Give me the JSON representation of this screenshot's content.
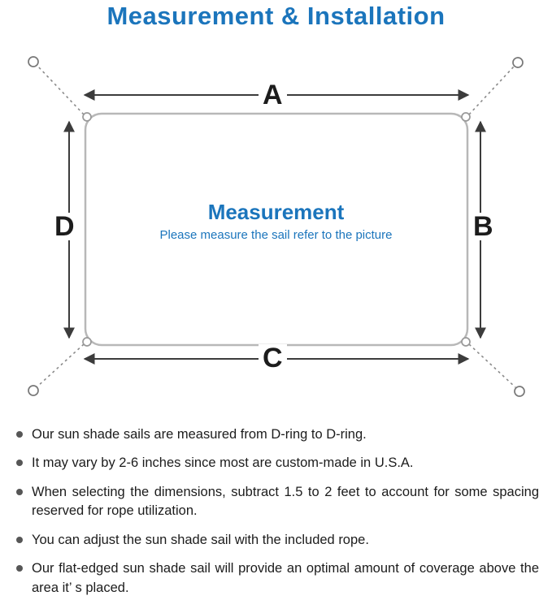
{
  "title": "Measurement & Installation",
  "diagram": {
    "labels": {
      "top": "A",
      "right": "B",
      "bottom": "C",
      "left": "D"
    },
    "heading": "Measurement",
    "caption": "Please measure the sail refer to the picture"
  },
  "bullets": [
    "Our sun shade sails are measured from D-ring to D-ring.",
    "It may vary by 2-6 inches since most are custom-made in U.S.A.",
    "When selecting the dimensions, subtract 1.5 to 2 feet to account for some spacing reserved for rope utilization.",
    "You can adjust the sun shade sail with the included rope.",
    "Our flat-edged sun shade sail will provide an optimal amount of coverage above the area it’ s placed."
  ],
  "colors": {
    "accent_blue": "#1b75bc",
    "body_text": "#1c1c1c",
    "sail_outline": "#b8b8b8",
    "arrow": "#3c3c3c",
    "rope": "#8a8a8a"
  }
}
